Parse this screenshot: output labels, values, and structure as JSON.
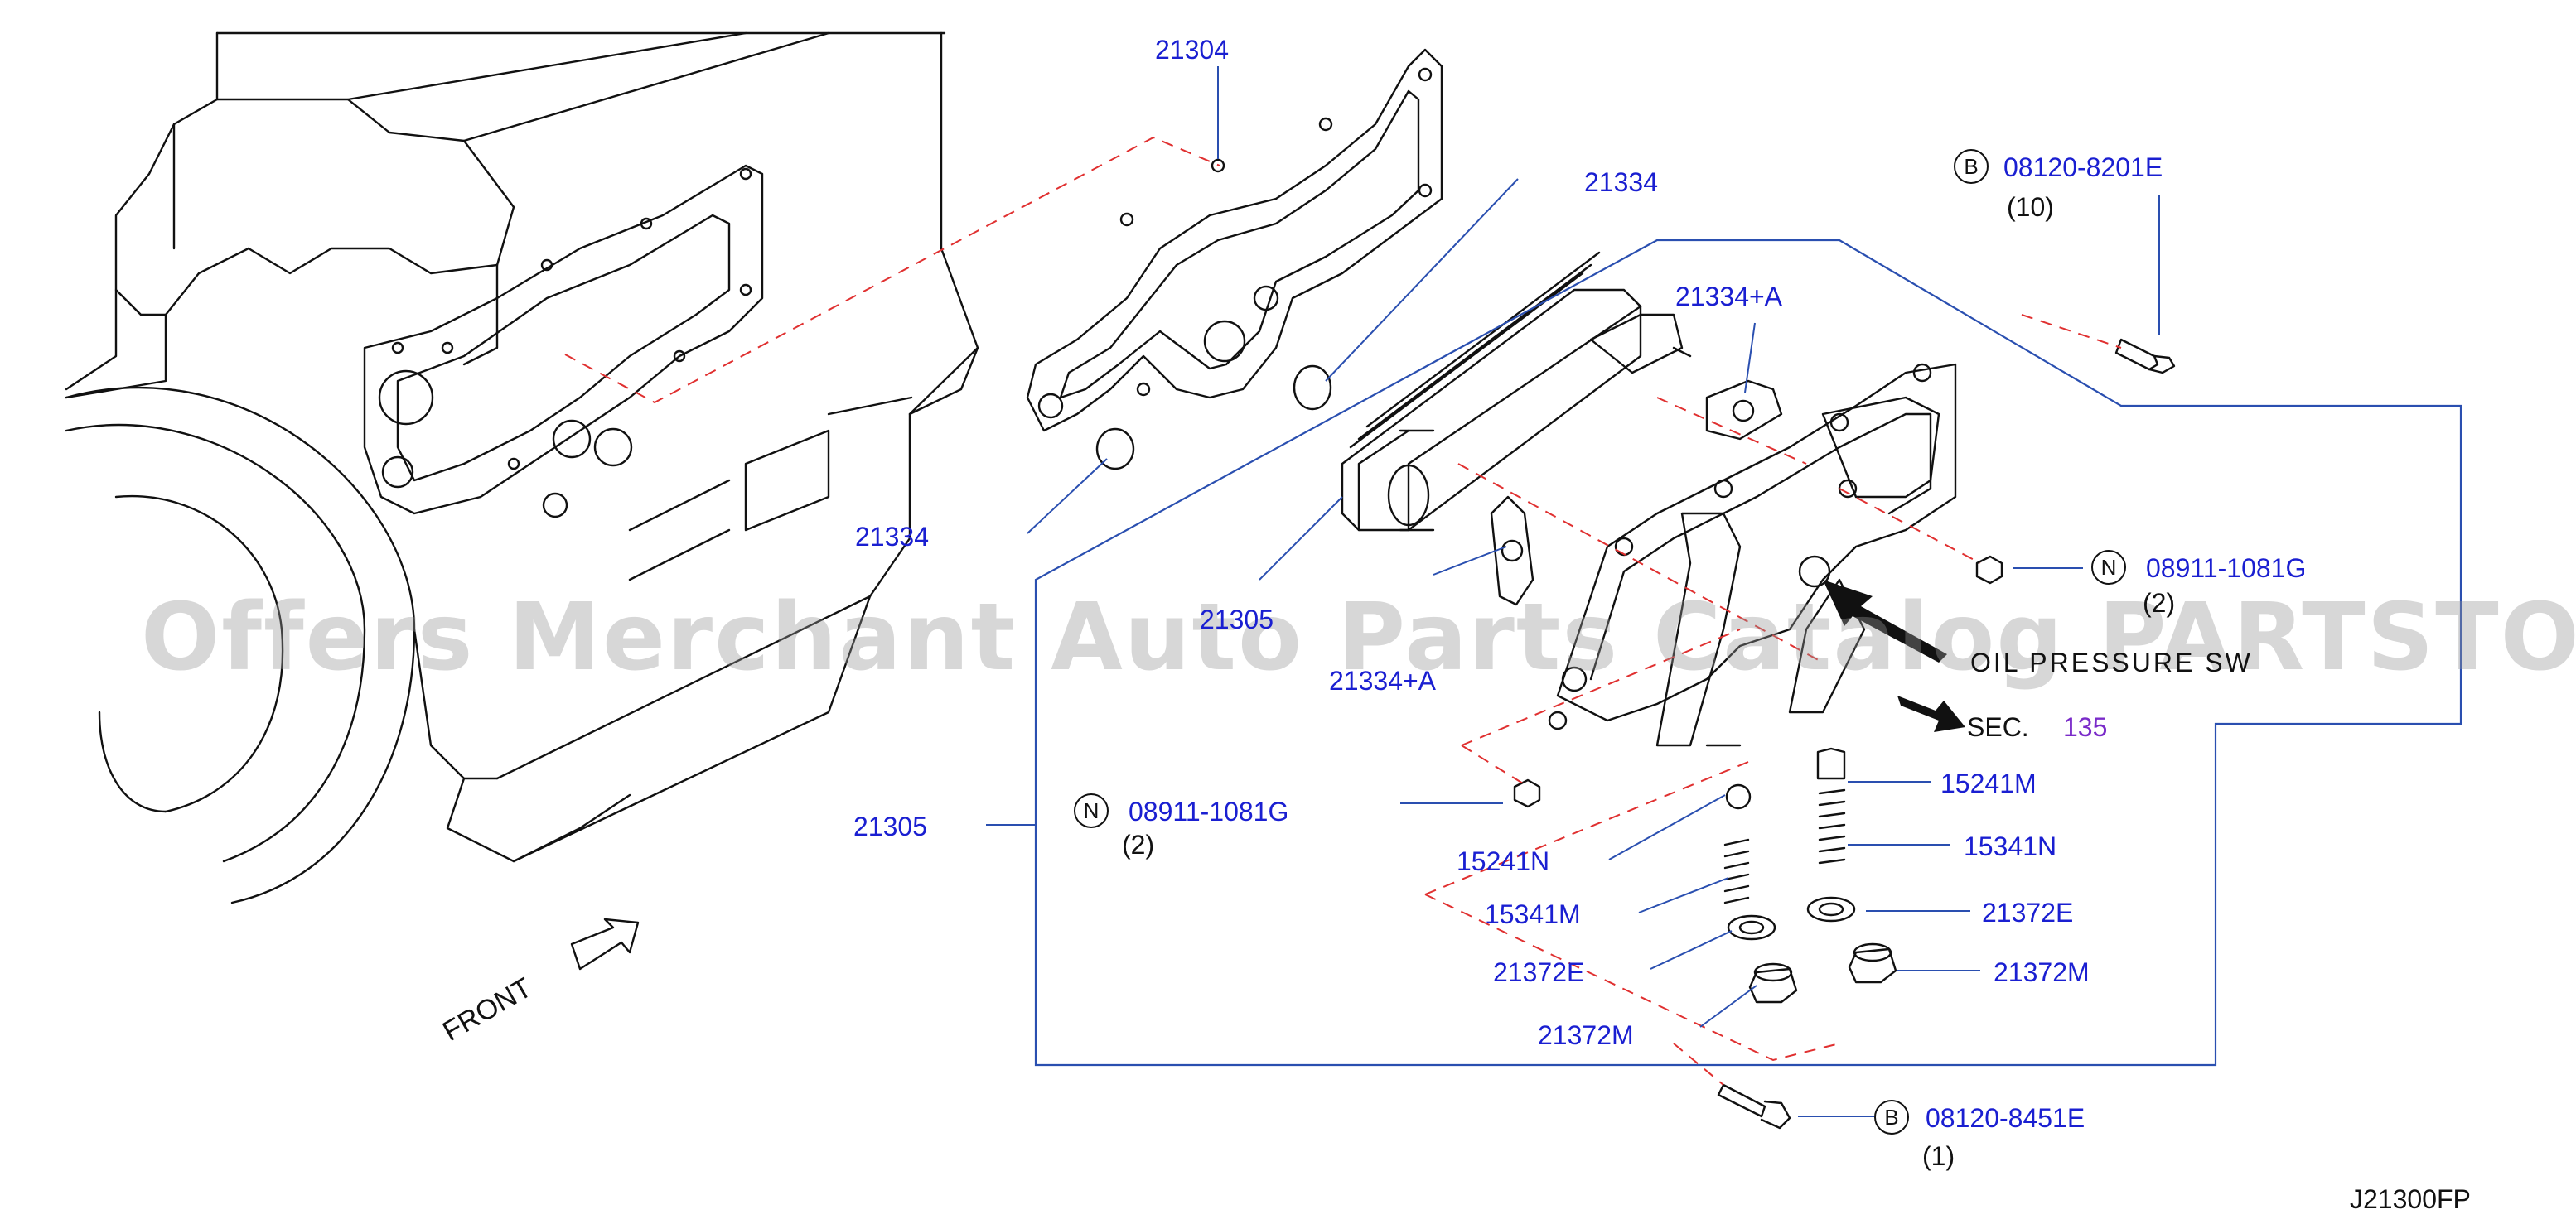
{
  "watermark": "Offers Merchant Auto Parts Catalog PARTSTORE.SA",
  "figure_id": "J21300FP",
  "front_label": "FRONT",
  "colors": {
    "callout": "#1a1fd1",
    "line": "#111111",
    "leader": "#2a4fb0",
    "dashed": "#e03030",
    "sec_number": "#7a2bc9"
  },
  "labels": {
    "p21304": "21304",
    "p21334_top": "21334",
    "p21334_left": "21334",
    "p21334A_top": "21334+A",
    "p21334A_low": "21334+A",
    "p21305": "21305",
    "p21305_obscured": "21305",
    "bolt_top_code": "08120-8201E",
    "bolt_top_qty": "(10)",
    "nut_right_code": "08911-1081G",
    "nut_right_qty": "(2)",
    "nut_left_code": "08911-1081G",
    "nut_left_qty": "(2)",
    "oil_pressure": "OIL PRESSURE SW",
    "sec_prefix": "SEC.",
    "sec_num": "135",
    "r15241M": "15241M",
    "r15341N": "15341N",
    "r21372E": "21372E",
    "r21372M": "21372M",
    "l15241N": "15241N",
    "l15341M": "15341M",
    "l21372E": "21372E",
    "l21372M": "21372M",
    "bolt_bottom_code": "08120-8451E",
    "bolt_bottom_qty": "(1)",
    "marker_B": "B",
    "marker_N": "N"
  }
}
